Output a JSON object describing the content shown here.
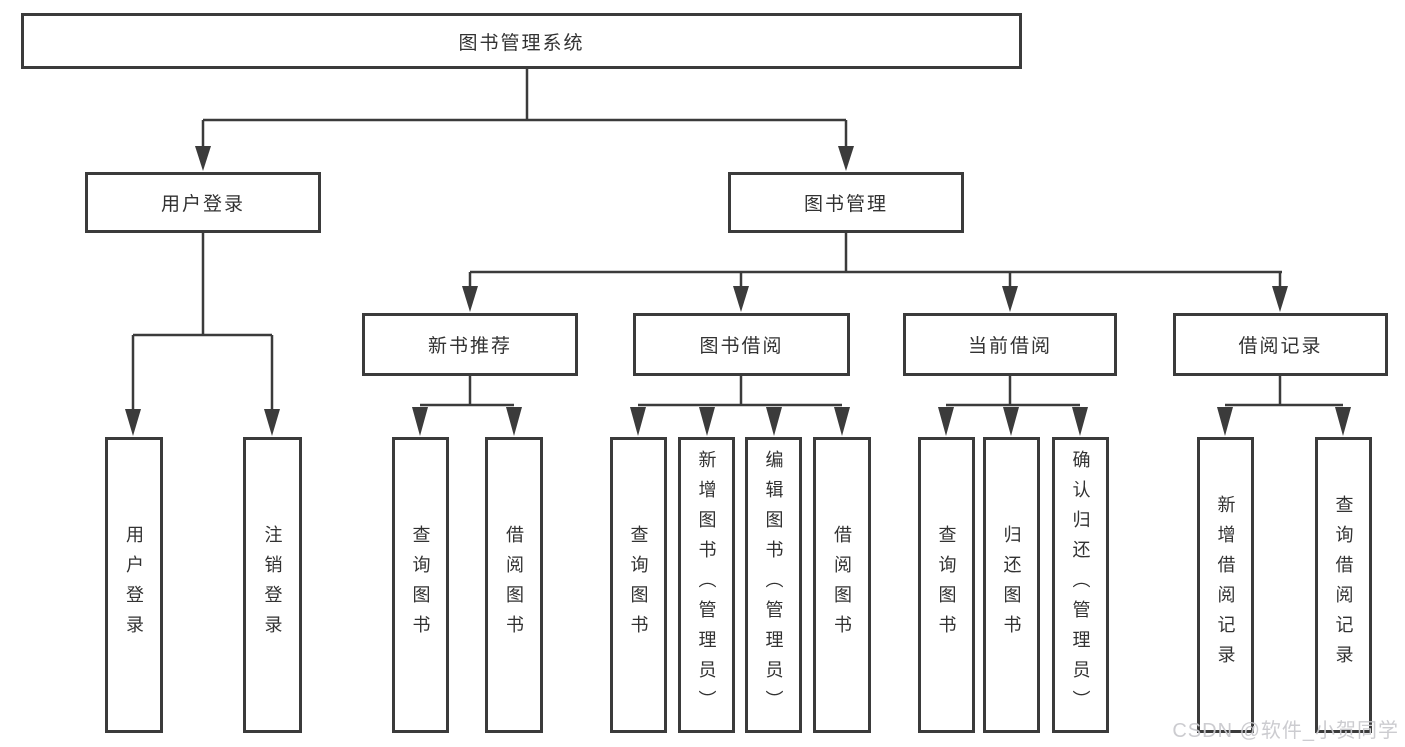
{
  "colors": {
    "line": "#3b3b3b",
    "text": "#323232",
    "background": "#ffffff",
    "watermark": "#c9c9cd"
  },
  "diagram": {
    "root": {
      "label": "图书管理系统"
    },
    "level2": [
      {
        "label": "用户登录"
      },
      {
        "label": "图书管理"
      }
    ],
    "level3": [
      {
        "label": "新书推荐"
      },
      {
        "label": "图书借阅"
      },
      {
        "label": "当前借阅"
      },
      {
        "label": "借阅记录"
      }
    ],
    "leaves": [
      {
        "label": "用户登录"
      },
      {
        "label": "注销登录"
      },
      {
        "label": "查询图书"
      },
      {
        "label": "借阅图书"
      },
      {
        "label": "查询图书"
      },
      {
        "label": "新增图书（管理员）"
      },
      {
        "label": "编辑图书（管理员）"
      },
      {
        "label": "借阅图书"
      },
      {
        "label": "查询图书"
      },
      {
        "label": "归还图书"
      },
      {
        "label": "确认归还（管理员）"
      },
      {
        "label": "新增借阅记录"
      },
      {
        "label": "查询借阅记录"
      }
    ]
  },
  "watermark": {
    "text": "CSDN @软件_小贺同学"
  }
}
